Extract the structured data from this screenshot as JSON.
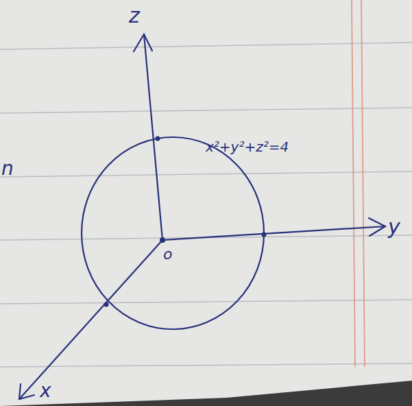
{
  "diagram": {
    "labels": [
      "z",
      "y",
      "x",
      "o",
      "x²+y²+z²=4",
      "n"
    ]
  }
}
